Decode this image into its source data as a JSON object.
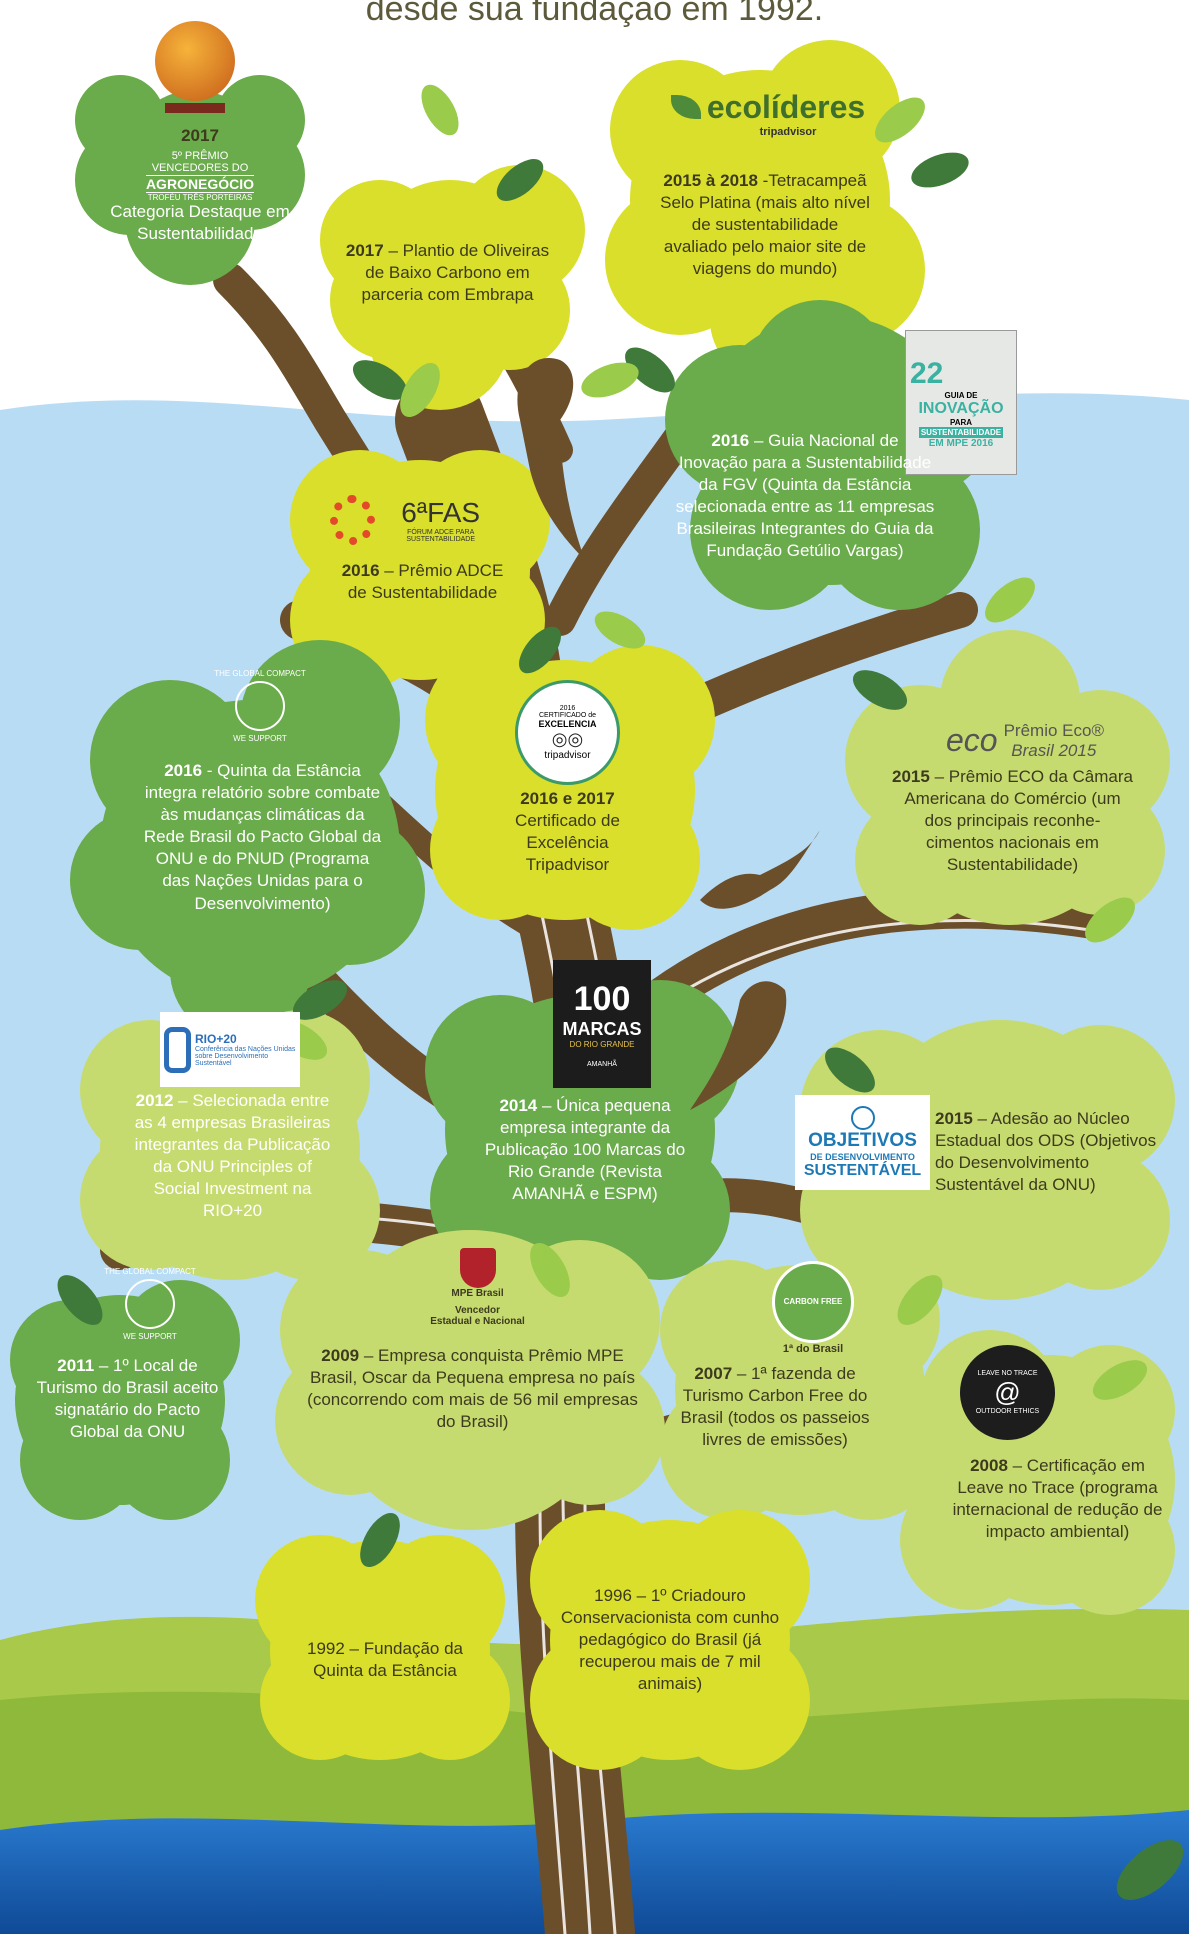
{
  "heading": "desde sua fundação em 1992.",
  "colors": {
    "sky": "#b9dcf5",
    "grass": "#9bc23c",
    "trunk": "#6b4e2a",
    "dark_green": "#6aab4b",
    "light_green": "#d9df2b",
    "pale_green": "#c6db6f",
    "water": "#1b5fae"
  },
  "logos": {
    "agro": {
      "line1": "5º PRÊMIO",
      "line2": "VENCEDORES DO",
      "line3": "AGRONEGÓCIO",
      "line4": "TROFÉU TRÊS PORTEIRAS"
    },
    "ecolideres": {
      "brand": "ecolíderes",
      "sub": "tripadvisor"
    },
    "guia": {
      "num": "22",
      "t1": "GUIA DE",
      "t2": "INOVAÇÃO",
      "t3": "PARA",
      "t4": "SUSTENTABILIDADE",
      "t5": "EM MPE 2016"
    },
    "fas": {
      "name": "6ªFAS",
      "sub": "FÓRUM ADCE PARA SUSTENTABILIDADE"
    },
    "global1": {
      "top": "THE GLOBAL COMPACT",
      "bottom": "WE SUPPORT"
    },
    "certificado": {
      "l1": "2016",
      "l2": "CERTIFICADO de",
      "l3": "EXCELENCIA",
      "l4": "tripadvisor"
    },
    "premio_eco": {
      "mark": "eco",
      "l1": "Prêmio Eco®",
      "l2": "Brasil 2015"
    },
    "rio20": {
      "l1": "RIO+20",
      "l2": "Conferência das Nações Unidas sobre Desenvolvimento Sustentável"
    },
    "marcas": {
      "num": "100",
      "word": "MARCAS",
      "sub": "DO RIO GRANDE",
      "foot": "AMANHÃ"
    },
    "ods": {
      "l1": "OBJETIVOS",
      "l2": "DE DESENVOLVIMENTO",
      "l3": "SUSTENTÁVEL"
    },
    "global2": {
      "top": "THE GLOBAL COMPACT",
      "bottom": "WE SUPPORT"
    },
    "mpe": {
      "l1": "MPE Brasil",
      "l2": "Vencedor",
      "l3": "Estadual e Nacional"
    },
    "carbon": {
      "l1": "CARBON FREE",
      "l2": "1ª do Brasil"
    },
    "lnt": {
      "top": "LEAVE NO TRACE",
      "bottom": "OUTDOOR ETHICS"
    }
  },
  "bubbles": {
    "agro": {
      "year": "2017",
      "text": "Categoria Destaque em Sustentabilidade"
    },
    "oliveiras": {
      "year": "2017",
      "text": " –  Plantio de Oliveiras de Baixo Carbono em parceria com Embrapa"
    },
    "ecolideres": {
      "year": "2015 à 2018",
      "text": " -Tetracampeã Selo Platina (mais alto nível de sustentabilidade avaliado pelo maior site de viagens do mundo)"
    },
    "guia": {
      "year": "2016",
      "text": " – Guia Nacional de Inovação para a Sustentabilidade da FGV (Quinta da Estância selecionada entre as 11 empresas Brasileiras Integrantes do Guia da Fundação Getúlio Vargas)"
    },
    "fas": {
      "year": "2016",
      "text": " – Prêmio ADCE de Sustentabilidade"
    },
    "pacto": {
      "year": "2016",
      "text": " - Quinta da Estância integra relatório sobre combate às mudanças climáticas da Rede Brasil do Pacto Global da ONU e do PNUD (Programa das Nações Unidas para o Desenvolvimento)"
    },
    "certificado": {
      "year": "2016 e 2017",
      "text": "Certificado de Excelência Tripadvisor"
    },
    "eco": {
      "year": "2015",
      "text": " – Prêmio ECO da Câmara Americana do Comércio (um dos principais reconhe- cimentos nacionais em Sustentabilidade)"
    },
    "rio20": {
      "year": "2012",
      "text": " – Selecionada entre as 4 empresas Brasileiras integrantes da Publicação da ONU Principles of Social Investment na RIO+20"
    },
    "marcas": {
      "year": "2014",
      "text": " – Única pequena empresa integrante da Publicação 100 Marcas do Rio Grande (Revista AMANHÃ e ESPM)"
    },
    "ods": {
      "year": "2015",
      "text": " – Adesão ao Núcleo Estadual dos ODS (Objetivos do Desenvolvimento Sustentável da ONU)"
    },
    "pacto2011": {
      "year": "2011",
      "text": " – 1º Local de Turismo do Brasil aceito signatário do Pacto Global da ONU"
    },
    "mpe": {
      "year": "2009",
      "text": " – Empresa conquista Prêmio MPE Brasil, Oscar da Pequena empresa no país (concorrendo com mais de 56 mil empresas do Brasil)"
    },
    "carbon": {
      "year": "2007",
      "text": " – 1ª fazenda de Turismo Carbon Free do Brasil (todos os passeios livres de emissões)"
    },
    "lnt": {
      "year": "2008",
      "text": " – Certificação em Leave no Trace (programa internacional de redução de impacto ambiental)"
    },
    "fundacao": {
      "year": "",
      "text": "1992 – Fundação da Quinta da Estância"
    },
    "criadouro": {
      "year": "",
      "text": "1996 – 1º Criadouro Conservacionista com cunho pedagógico do Brasil (já recuperou mais de 7 mil animais)"
    }
  }
}
